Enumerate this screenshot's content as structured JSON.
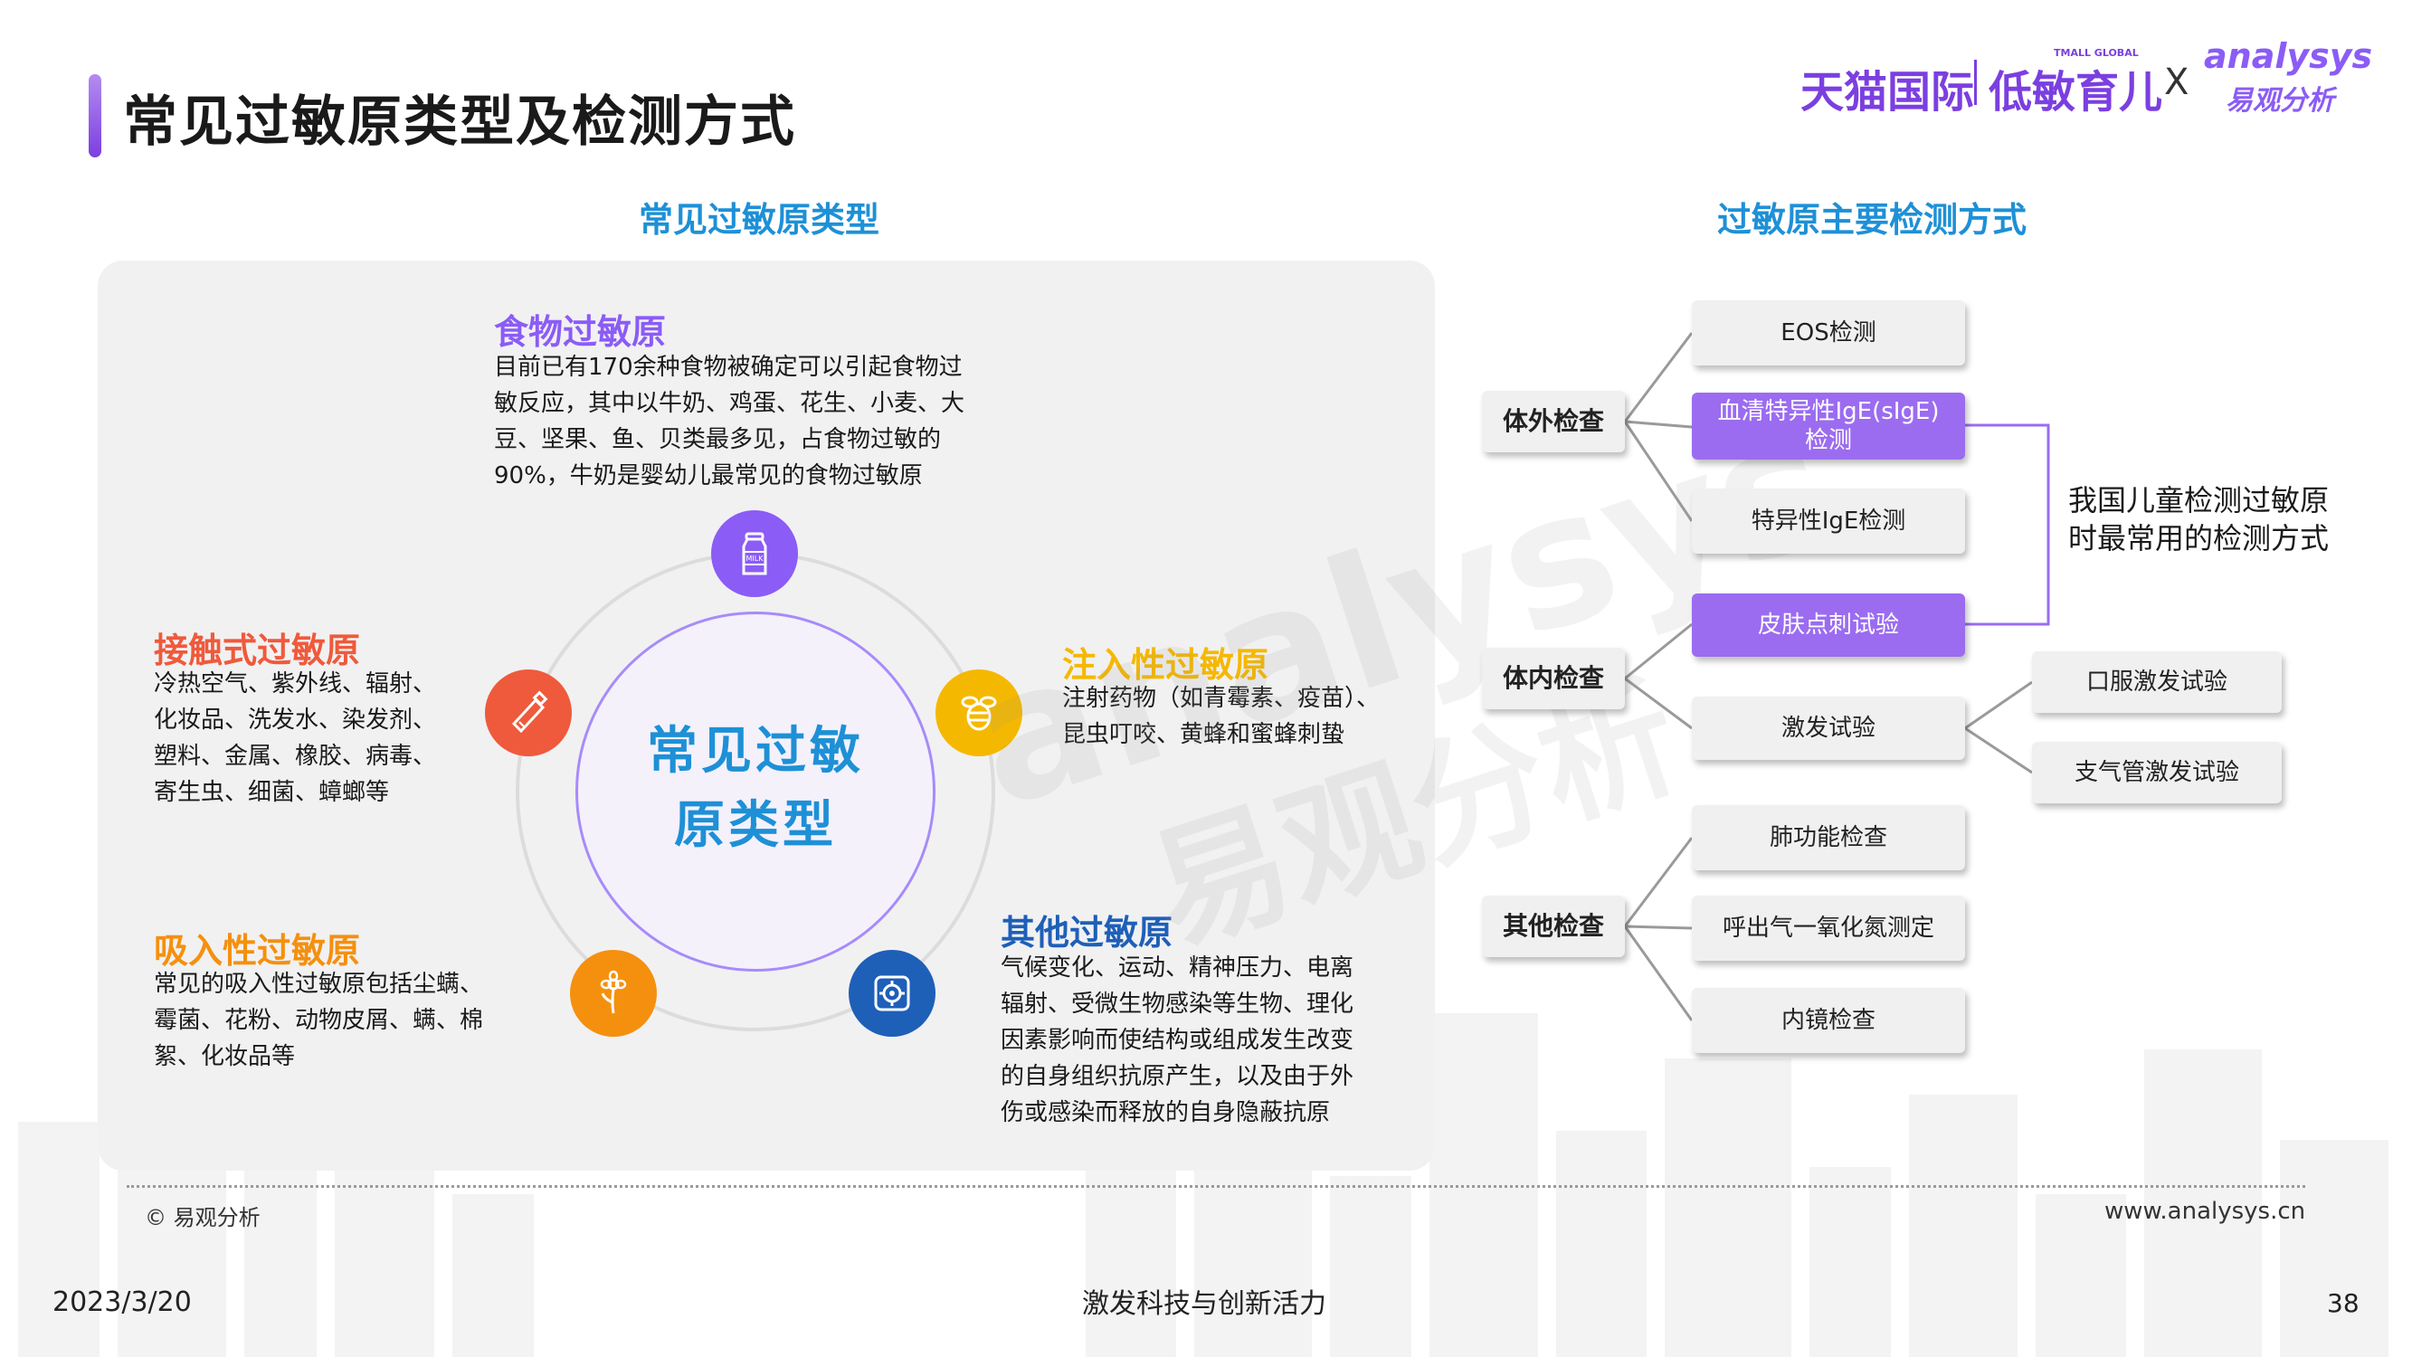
{
  "header": {
    "title": "常见过敏原类型及检测方式",
    "brand": {
      "tmall_small": "TMALL GLOBAL",
      "tmall": "天猫国际",
      "partner": "低敏育儿",
      "x": "X",
      "analysys": "analysys",
      "analysys_cn": "易观分析"
    }
  },
  "watermark": {
    "text_en": "analysys",
    "text_cn": "易观分析"
  },
  "left": {
    "heading": "常见过敏原类型",
    "center": [
      "常见过敏",
      "原类型"
    ],
    "categories": [
      {
        "title": "食物过敏原",
        "color": "#8b5cf6",
        "icon": "milk-bottle-icon",
        "icon_label": "MILK",
        "lines": [
          "目前已有170余种食物被确定可以引起食物过",
          "敏反应，其中以牛奶、鸡蛋、花生、小麦、大",
          "豆、坚果、鱼、贝类最多见，占食物过敏的",
          "90%，牛奶是婴幼儿最常见的食物过敏原"
        ]
      },
      {
        "title": "注入性过敏原",
        "color": "#f5b800",
        "icon": "bee-icon",
        "lines": [
          "注射药物（如青霉素、疫苗）、",
          "昆虫叮咬、黄蜂和蜜蜂刺蛰"
        ]
      },
      {
        "title": "其他过敏原",
        "color": "#1e5fb8",
        "icon": "virus-icon",
        "lines": [
          "气候变化、运动、精神压力、电离",
          "辐射、受微生物感染等生物、理化",
          "因素影响而使结构或组成发生改变",
          "的自身组织抗原产生，以及由于外",
          "伤或感染而释放的自身隐蔽抗原"
        ]
      },
      {
        "title": "吸入性过敏原",
        "color": "#f5900f",
        "icon": "flower-icon",
        "lines": [
          "常见的吸入性过敏原包括尘螨、",
          "霉菌、花粉、动物皮屑、螨、棉",
          "絮、化妆品等"
        ]
      },
      {
        "title": "接触式过敏原",
        "color": "#ef5a3c",
        "icon": "cream-tube-icon",
        "lines": [
          "冷热空气、紫外线、辐射、",
          "化妆品、洗发水、染发剂、",
          "塑料、金属、橡胶、病毒、",
          "寄生虫、细菌、蟑螂等"
        ]
      }
    ]
  },
  "right": {
    "heading": "过敏原主要检测方式",
    "groups": [
      {
        "label": "体外检查",
        "items": [
          "EOS检测",
          "血清特异性IgE(sIgE)检测",
          "特异性IgE检测"
        ]
      },
      {
        "label": "体内检查",
        "items": [
          "皮肤点刺试验",
          "激发试验"
        ]
      },
      {
        "label": "其他检查",
        "items": [
          "肺功能检查",
          "呼出气一氧化氮测定",
          "内镜检查"
        ]
      }
    ],
    "provocation_items": [
      "口服激发试验",
      "支气管激发试验"
    ],
    "sige_line1": "血清特异性IgE(sIgE)",
    "sige_line2": "检测",
    "highlight_color": "#9b6cf0",
    "note": [
      "我国儿童检测过敏原",
      "时最常用的检测方式"
    ]
  },
  "footer": {
    "copyright": "© 易观分析",
    "website": "www.analysys.cn",
    "date": "2023/3/20",
    "slogan": "激发科技与创新活力",
    "page": "38"
  }
}
